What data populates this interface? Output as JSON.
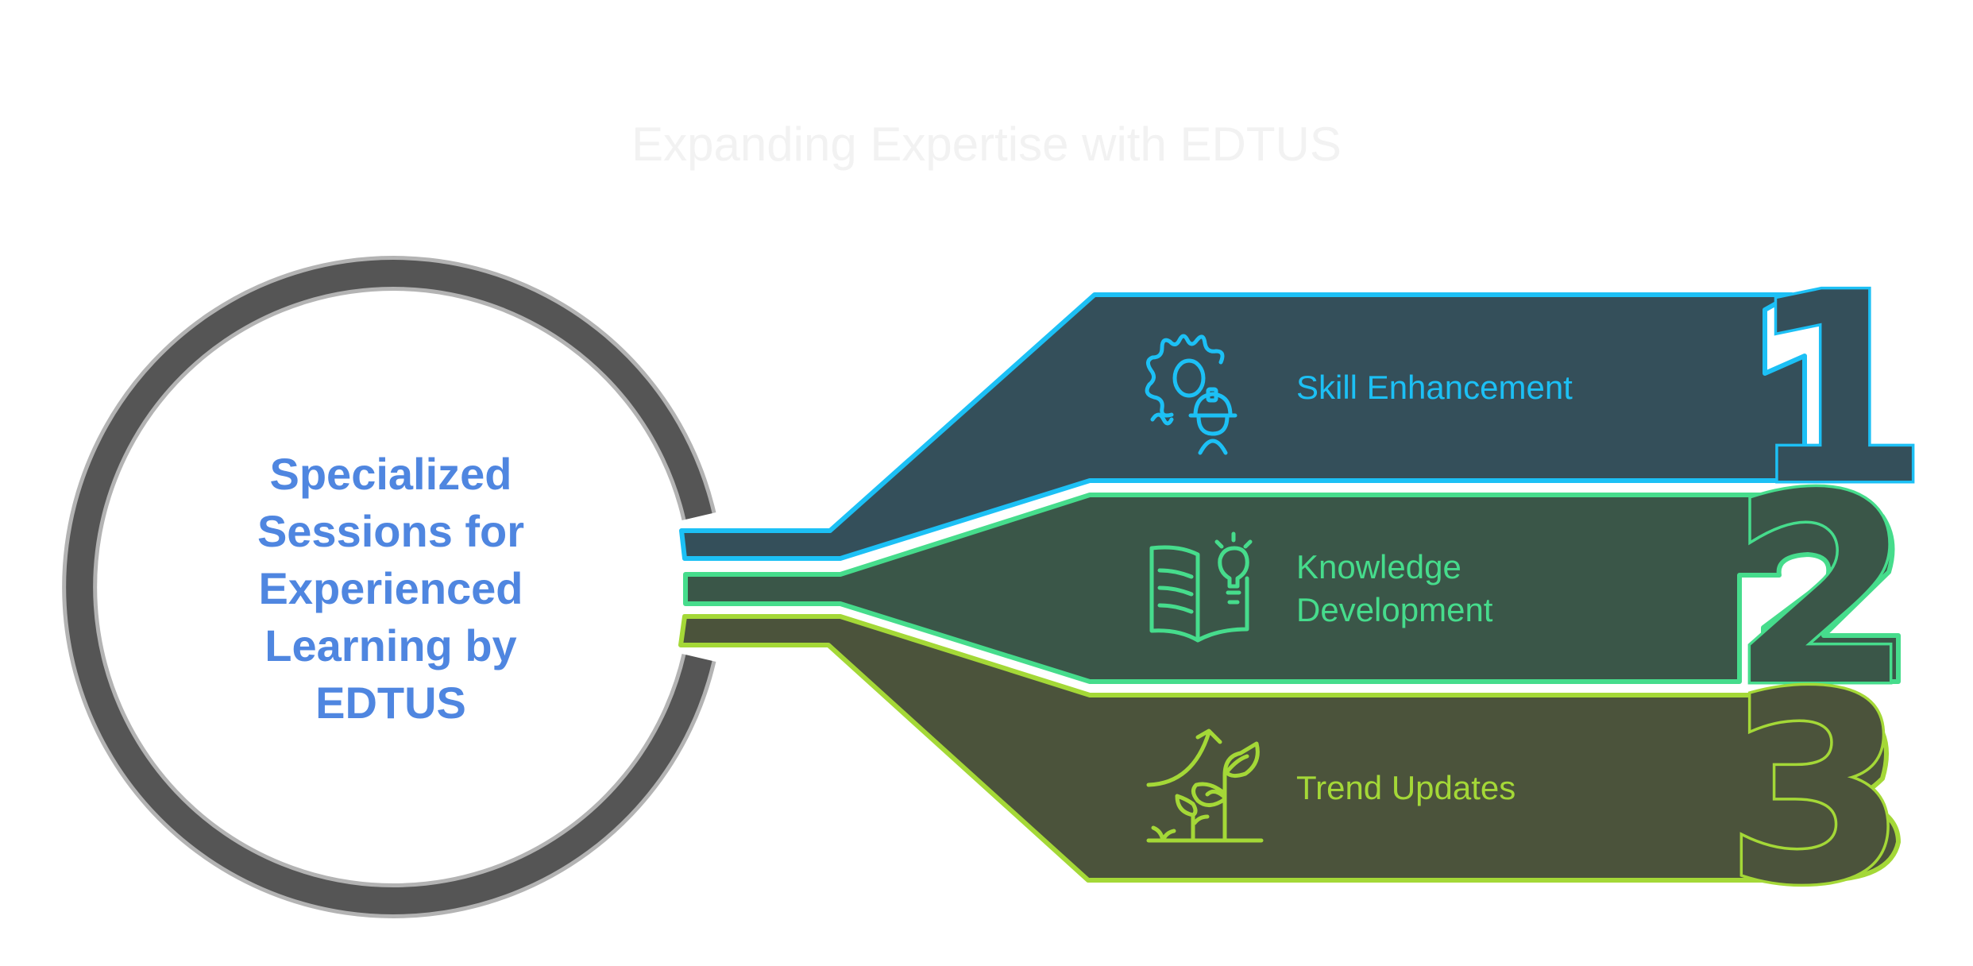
{
  "title": "Expanding Expertise with EDTUS",
  "center": {
    "lines": [
      "Specialized",
      "Sessions for",
      "Experienced",
      "Learning by",
      "EDTUS"
    ]
  },
  "items": [
    {
      "number": "1",
      "label_lines": [
        "Skill Enhancement"
      ],
      "icon": "gear-worker-icon",
      "stroke": "#1cc0f5",
      "fill": "#344f5a"
    },
    {
      "number": "2",
      "label_lines": [
        "Knowledge",
        "Development"
      ],
      "icon": "book-lightbulb-icon",
      "stroke": "#46dc8c",
      "fill": "#3a5648"
    },
    {
      "number": "3",
      "label_lines": [
        "Trend Updates"
      ],
      "icon": "growth-plant-icon",
      "stroke": "#a4d837",
      "fill": "#4b533b"
    }
  ],
  "colors": {
    "title": "#f2f2f2",
    "center_text": "#4f86e0",
    "ring": "#555555",
    "ring_outline": "#b3b3b3"
  }
}
